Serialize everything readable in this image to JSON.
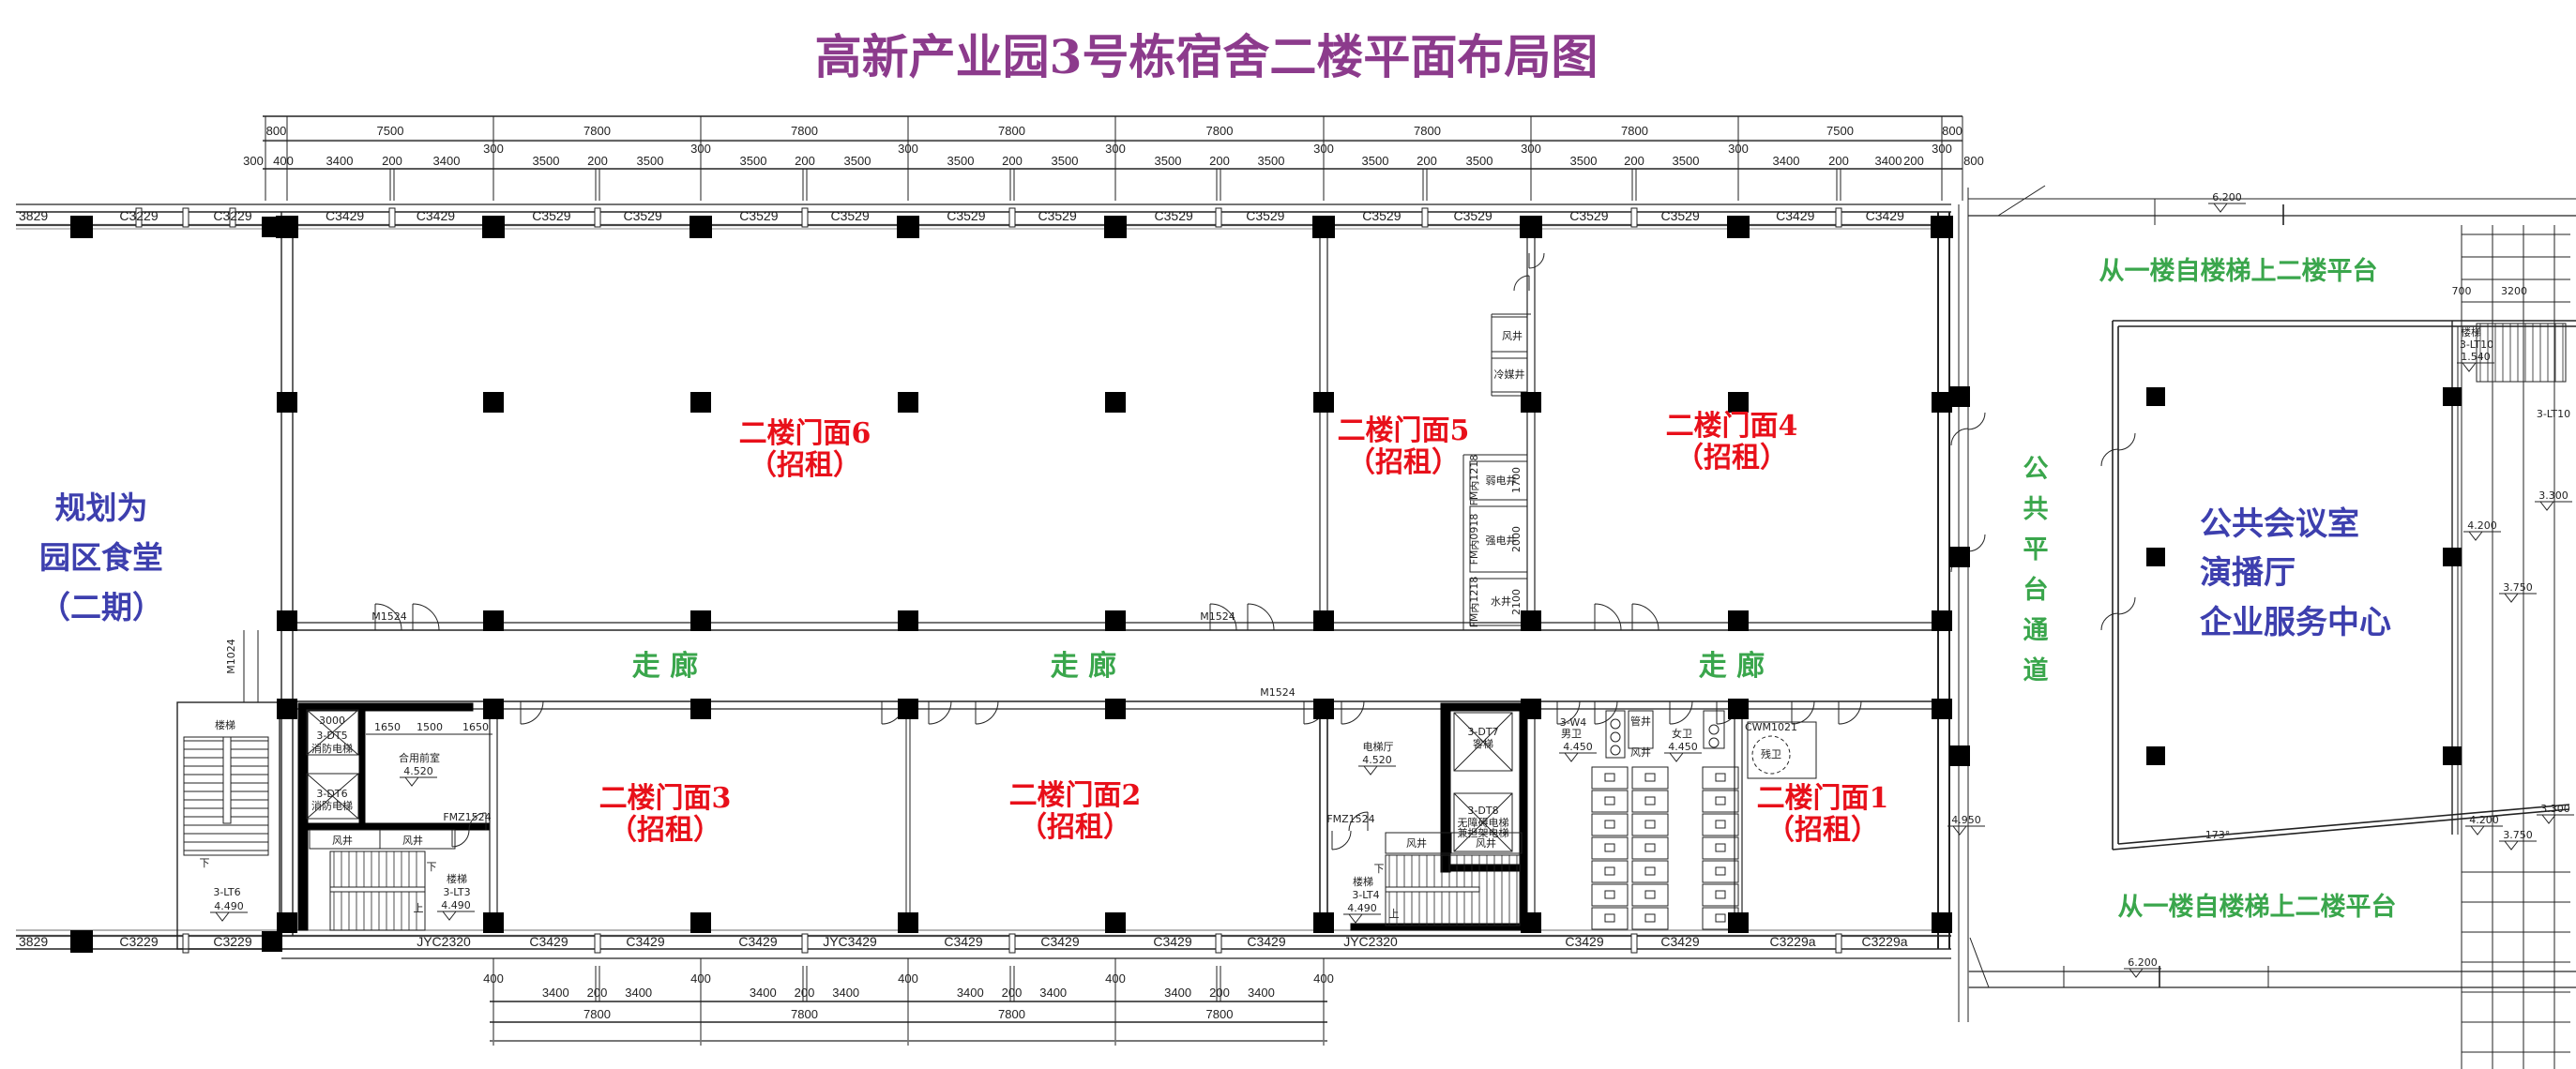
{
  "title": "高新产业园3号栋宿舍二楼平面布局图",
  "colors": {
    "title": "#8c3b8c",
    "shop_label": "#e8101a",
    "corridor_label": "#3aa64c",
    "area_label": "#3d3fae",
    "column": "#000000"
  },
  "dimensions": {
    "top_major": [
      "800",
      "7500",
      "7800",
      "7800",
      "7800",
      "7800",
      "7800",
      "7800",
      "7500",
      "800"
    ],
    "top_minor": [
      [
        "300",
        "400"
      ],
      [
        "3400",
        "200",
        "3400"
      ],
      [
        "3500",
        "200",
        "3500"
      ],
      [
        "3500",
        "200",
        "3500"
      ],
      [
        "3500",
        "200",
        "3500"
      ],
      [
        "3500",
        "200",
        "3500"
      ],
      [
        "3500",
        "200",
        "3500"
      ],
      [
        "3500",
        "200",
        "3500"
      ],
      [
        "3400",
        "200",
        "3400"
      ],
      [
        "200",
        "800"
      ]
    ],
    "top_column_marks": [
      "300",
      "300",
      "300",
      "300",
      "300",
      "300",
      "300",
      "300"
    ],
    "bottom_major": [
      "7800",
      "7800",
      "7800",
      "7800"
    ],
    "bottom_minor": [
      [
        "3400",
        "200",
        "3400"
      ],
      [
        "3400",
        "200",
        "3400"
      ],
      [
        "3400",
        "200",
        "3400"
      ],
      [
        "3400",
        "200",
        "3400"
      ]
    ],
    "bottom_column_marks": [
      "400",
      "400",
      "400",
      "400",
      "400"
    ]
  },
  "windows": {
    "top_left_wing": [
      "3829",
      "C3229",
      "C3229"
    ],
    "top": [
      "C3429",
      "C3429",
      "C3529",
      "C3529",
      "C3529",
      "C3529",
      "C3529",
      "C3529",
      "C3529",
      "C3529",
      "C3529",
      "C3529",
      "C3529",
      "C3529",
      "C3429",
      "C3429"
    ],
    "bottom_left_wing": [
      "3829",
      "C3229",
      "C3229"
    ],
    "bottom": [
      "JYC2320",
      "C3429",
      "C3429",
      "C3429",
      "JYC3429",
      "C3429",
      "C3429",
      "C3429",
      "C3429",
      "JYC2320",
      "C3429",
      "C3429",
      "C3229a",
      "C3229a"
    ]
  },
  "rooms": {
    "shop6": {
      "name": "二楼门面6",
      "status": "（招租）"
    },
    "shop5": {
      "name": "二楼门面5",
      "status": "（招租）"
    },
    "shop4": {
      "name": "二楼门面4",
      "status": "（招租）"
    },
    "shop3": {
      "name": "二楼门面3",
      "status": "（招租）"
    },
    "shop2": {
      "name": "二楼门面2",
      "status": "（招租）"
    },
    "shop1": {
      "name": "二楼门面1",
      "status": "（招租）"
    },
    "corridor": [
      "走  廊",
      "走  廊",
      "走  廊"
    ],
    "canteen": [
      "规划为",
      "园区食堂",
      "（二期）"
    ],
    "public_passage": [
      "公",
      "共",
      "平",
      "台",
      "通",
      "道"
    ],
    "platform_top": "从一楼自楼梯上二楼平台",
    "platform_bottom": "从一楼自楼梯上二楼平台",
    "meeting": [
      "公共会议室",
      "演播厅",
      "企业服务中心"
    ]
  },
  "annotations": {
    "doors": [
      "M1524",
      "M1524",
      "M1524"
    ],
    "left_stair": {
      "label": "楼梯",
      "code": "3-LT6",
      "elev": "4.490",
      "down": "下"
    },
    "left_core": {
      "elev1": {
        "code": "3-DT5",
        "type": "消防电梯",
        "dim": "3000"
      },
      "elev2": {
        "code": "3-DT6",
        "type": "消防电梯"
      },
      "lobby": "合用前室",
      "lobby_elev": "4.520",
      "dims": [
        "1650",
        "1500",
        "1650"
      ],
      "fire_door": "FMZ1524",
      "shafts": [
        "风井",
        "风井"
      ],
      "stair": {
        "label": "楼梯",
        "code": "3-LT3",
        "elev": "4.490",
        "down": "下",
        "up": "上"
      }
    },
    "right_core": {
      "elev1": {
        "code": "3-DT7",
        "type": "客梯"
      },
      "elev2": {
        "code": "3-DT8",
        "type": "无障碍电梯",
        "type2": "兼担架电梯"
      },
      "lobby": "电梯厅",
      "lobby_elev": "4.520",
      "fire_door": "FMZ1524",
      "shafts": [
        "风井",
        "风井"
      ],
      "stair": {
        "label": "楼梯",
        "code": "3-LT4",
        "elev": "4.490",
        "up": "上",
        "down": "下"
      }
    },
    "toilets": {
      "code": "3-W4",
      "men": "男卫",
      "men_elev": "4.450",
      "women": "女卫",
      "women_elev": "4.450",
      "pipe": "管井",
      "shaft": "风井",
      "accessible_door": "CWM1021",
      "accessible": "残卫"
    },
    "shop5_shafts": {
      "wind": "风井",
      "refrigerant": "冷媒井",
      "weak": "弱电井",
      "strong": "强电井",
      "water": "水井",
      "doors": [
        "FM丙1218",
        "FM丙0918",
        "FM丙1218"
      ],
      "dims": [
        "1700",
        "2000",
        "2100"
      ]
    },
    "side_door": "M1024",
    "elevations": {
      "platform_top": "6.200",
      "platform_bottom": "6.200",
      "east": "4.950",
      "r1": "3.300",
      "r2": "4.200",
      "r3": "3.750",
      "r4": "4.200",
      "r5": "3.750",
      "r6": "3.300"
    },
    "angle": "173°",
    "east_stair": {
      "label": "楼梯",
      "code": "3-LT10",
      "elev": "1.540",
      "dims": [
        "700",
        "3200"
      ],
      "code2": "3-LT10"
    }
  }
}
